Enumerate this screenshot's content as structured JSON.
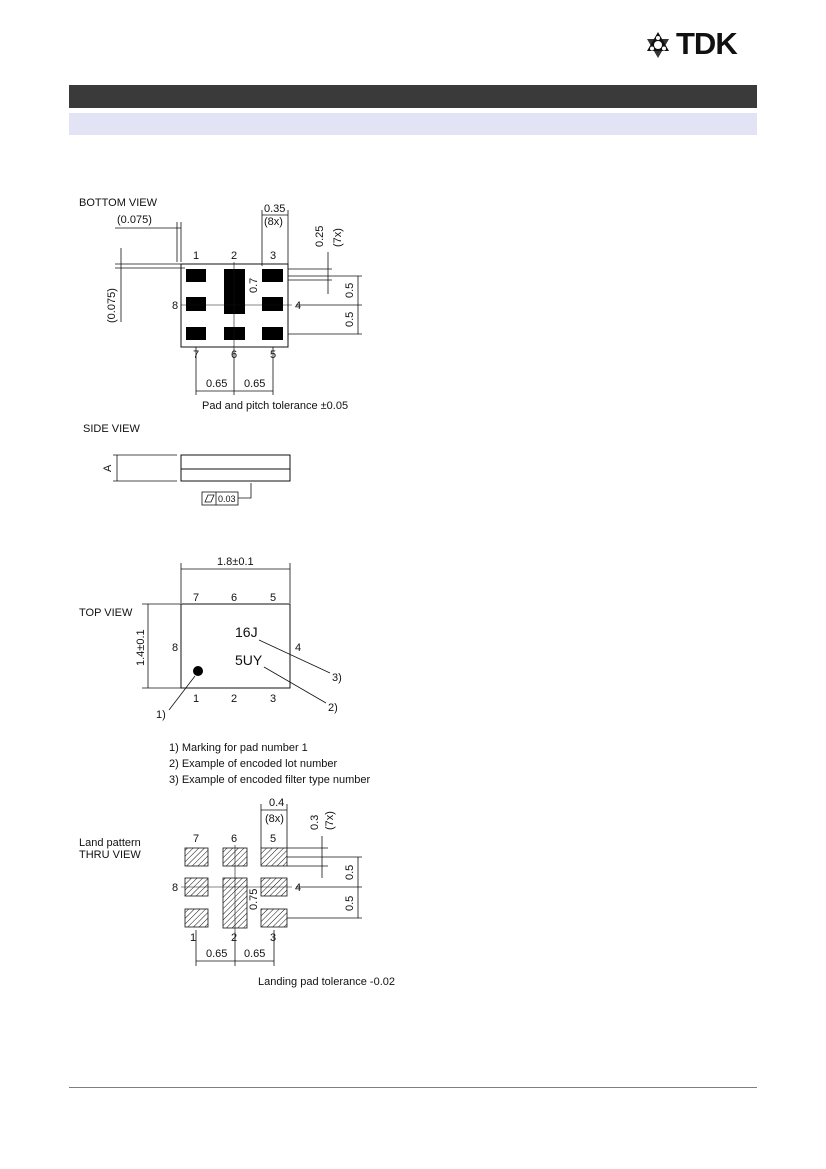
{
  "brand": {
    "name": "TDK"
  },
  "bottom_view": {
    "title": "BOTTOM VIEW",
    "dim_offset_x": "(0.075)",
    "dim_offset_y": "(0.075)",
    "dim_pad_width": "0.35",
    "dim_pad_width_count": "(8x)",
    "dim_pad_height": "0.25",
    "dim_pad_height_count": "(7x)",
    "dim_center_pad": "0.7",
    "dim_pitch_v1": "0.5",
    "dim_pitch_v2": "0.5",
    "dim_pitch_h1": "0.65",
    "dim_pitch_h2": "0.65",
    "pins": [
      "1",
      "2",
      "3",
      "4",
      "5",
      "6",
      "7",
      "8"
    ],
    "tolerance": "Pad and pitch tolerance   ±0.05"
  },
  "side_view": {
    "title": "SIDE VIEW",
    "dim_height": "A",
    "flatness": "0.03"
  },
  "top_view": {
    "title": "TOP VIEW",
    "dim_width": "1.8±0.1",
    "dim_height": "1.4±0.1",
    "pins": [
      "1",
      "2",
      "3",
      "4",
      "5",
      "6",
      "7",
      "8"
    ],
    "marking_line1": "16J",
    "marking_line2": "5UY",
    "callout1": "1)",
    "callout2": "2)",
    "callout3": "3)"
  },
  "notes": [
    "1) Marking for pad number 1",
    "2) Example of encoded lot number",
    "3) Example of encoded filter type number"
  ],
  "land_pattern": {
    "title_line1": "Land pattern",
    "title_line2": "THRU VIEW",
    "dim_pad_width": "0.4",
    "dim_pad_width_count": "(8x)",
    "dim_pad_height": "0.3",
    "dim_pad_height_count": "(7x)",
    "dim_center_pad": "0.75",
    "dim_pitch_v1": "0.5",
    "dim_pitch_v2": "0.5",
    "dim_pitch_h1": "0.65",
    "dim_pitch_h2": "0.65",
    "pins": [
      "1",
      "2",
      "3",
      "4",
      "5",
      "6",
      "7",
      "8"
    ],
    "tolerance": "Landing pad tolerance   -0.02"
  }
}
